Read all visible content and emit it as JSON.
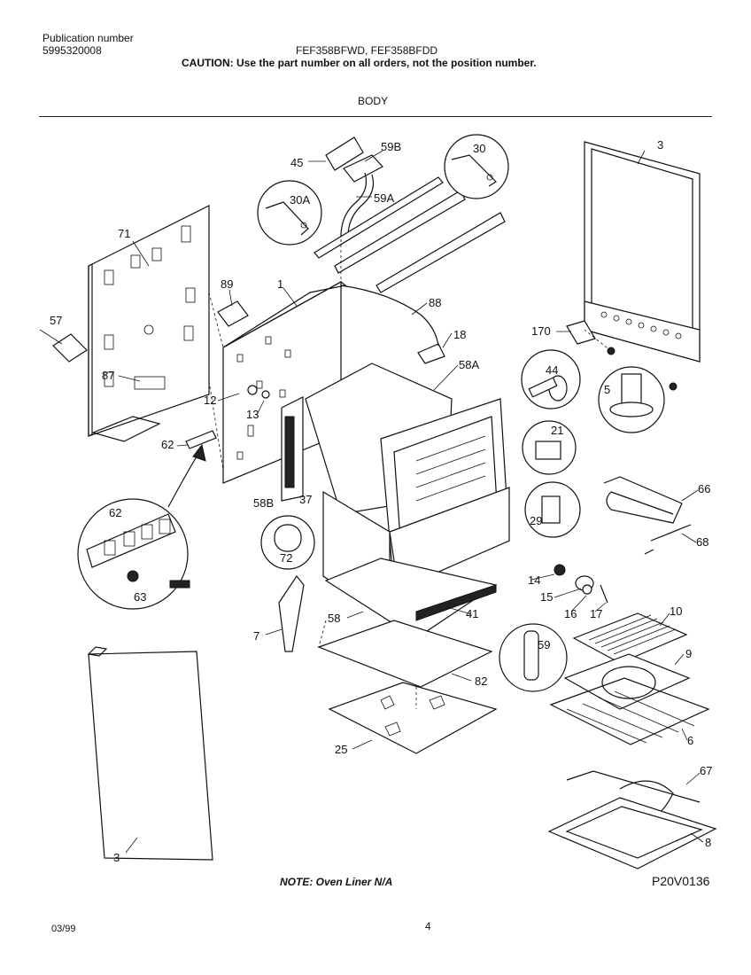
{
  "header": {
    "publication_label": "Publication number",
    "publication_number": "5995320008",
    "models": "FEF358BFWD, FEF358BFDD",
    "caution": "CAUTION:  Use the part number on all orders, not the position number.",
    "section": "BODY"
  },
  "diagram": {
    "callouts": {
      "c3_top": "3",
      "c3_bottom": "3",
      "c5": "5",
      "c6": "6",
      "c7": "7",
      "c8": "8",
      "c9": "9",
      "c10": "10",
      "c12": "12",
      "c13": "13",
      "c14": "14",
      "c15": "15",
      "c16": "16",
      "c17": "17",
      "c18": "18",
      "c21": "21",
      "c25": "25",
      "c29": "29",
      "c30": "30",
      "c30A": "30A",
      "c37": "37",
      "c41": "41",
      "c44": "44",
      "c45": "45",
      "c57": "57",
      "c58": "58",
      "c58A": "58A",
      "c58B": "58B",
      "c59": "59",
      "c59A": "59A",
      "c59B": "59B",
      "c62_top": "62",
      "c62_detail": "62",
      "c63": "63",
      "c66": "66",
      "c67": "67",
      "c68": "68",
      "c71": "71",
      "c72": "72",
      "c82": "82",
      "c87": "87",
      "c88": "88",
      "c89": "89",
      "c170": "170",
      "c1": "1"
    }
  },
  "footer": {
    "note": "NOTE:  Oven Liner N/A",
    "figure_id": "P20V0136",
    "date": "03/99",
    "page": "4"
  }
}
